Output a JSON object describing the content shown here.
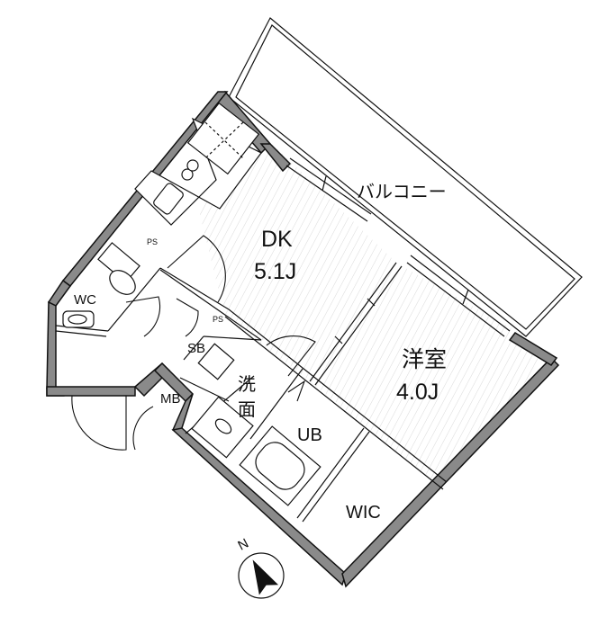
{
  "rooms": {
    "balcony": "バルコニー",
    "dk_name": "DK",
    "dk_size": "5.1J",
    "western_name": "洋室",
    "western_size": "4.0J",
    "wc": "WC",
    "mb": "MB",
    "sb": "SB",
    "ps_1": "PS",
    "ps_2": "PS",
    "washroom_1": "洗",
    "washroom_2": "面",
    "ub": "UB",
    "wic": "WIC"
  },
  "compass": {
    "north_label": "N"
  },
  "colors": {
    "wall": "#8a8a8a",
    "line": "#111111",
    "hatch": "#d9d9d9"
  }
}
